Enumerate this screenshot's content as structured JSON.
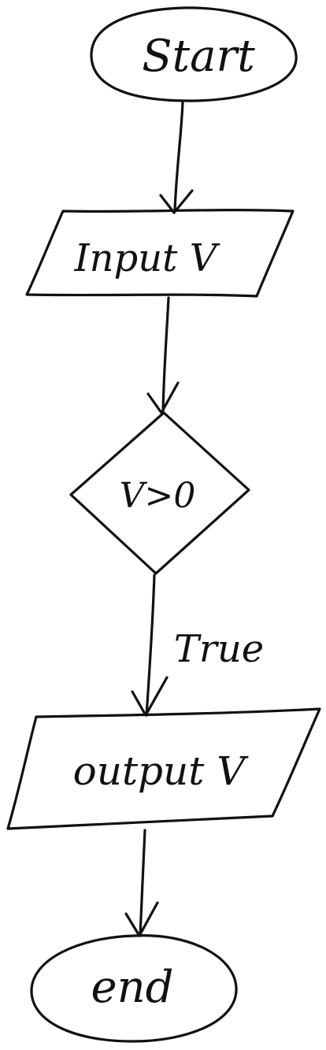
{
  "nodes": {
    "start": {
      "label": "Start",
      "shape": "ellipse"
    },
    "input": {
      "label": "Input V",
      "shape": "parallelogram"
    },
    "decision": {
      "label": "V>0",
      "shape": "diamond"
    },
    "output": {
      "label": "output V",
      "shape": "parallelogram"
    },
    "end": {
      "label": "end",
      "shape": "ellipse"
    }
  },
  "edges": {
    "start_to_input": {
      "label": ""
    },
    "input_to_decision": {
      "label": ""
    },
    "decision_to_output": {
      "label": "True"
    },
    "output_to_end": {
      "label": ""
    }
  },
  "style": {
    "ink_color": "#111111",
    "background": "#ffffff"
  }
}
